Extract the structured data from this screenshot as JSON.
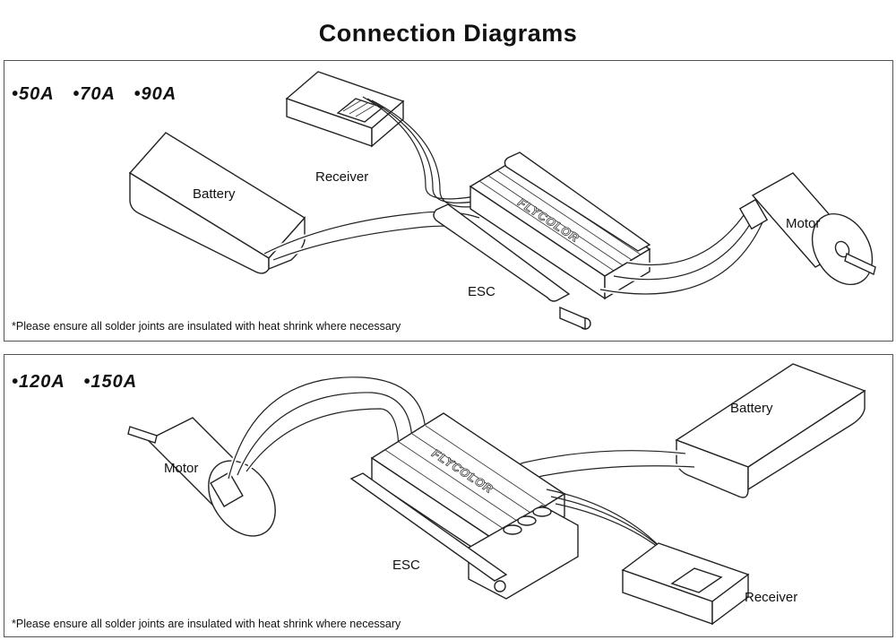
{
  "page": {
    "title": "Connection Diagrams"
  },
  "panels": [
    {
      "variants": [
        "•50A",
        "•70A",
        "•90A"
      ],
      "labels": {
        "battery": "Battery",
        "receiver": "Receiver",
        "esc": "ESC",
        "motor": "Motor"
      },
      "esc_brand": "FLYCOLOR",
      "note": "*Please ensure all solder joints are insulated with heat shrink where necessary"
    },
    {
      "variants": [
        "•120A",
        "•150A"
      ],
      "labels": {
        "battery": "Battery",
        "receiver": "Receiver",
        "esc": "ESC",
        "motor": "Motor"
      },
      "esc_brand": "FLYCOLOR",
      "note": "*Please ensure all solder joints are insulated with heat shrink where necessary"
    }
  ]
}
